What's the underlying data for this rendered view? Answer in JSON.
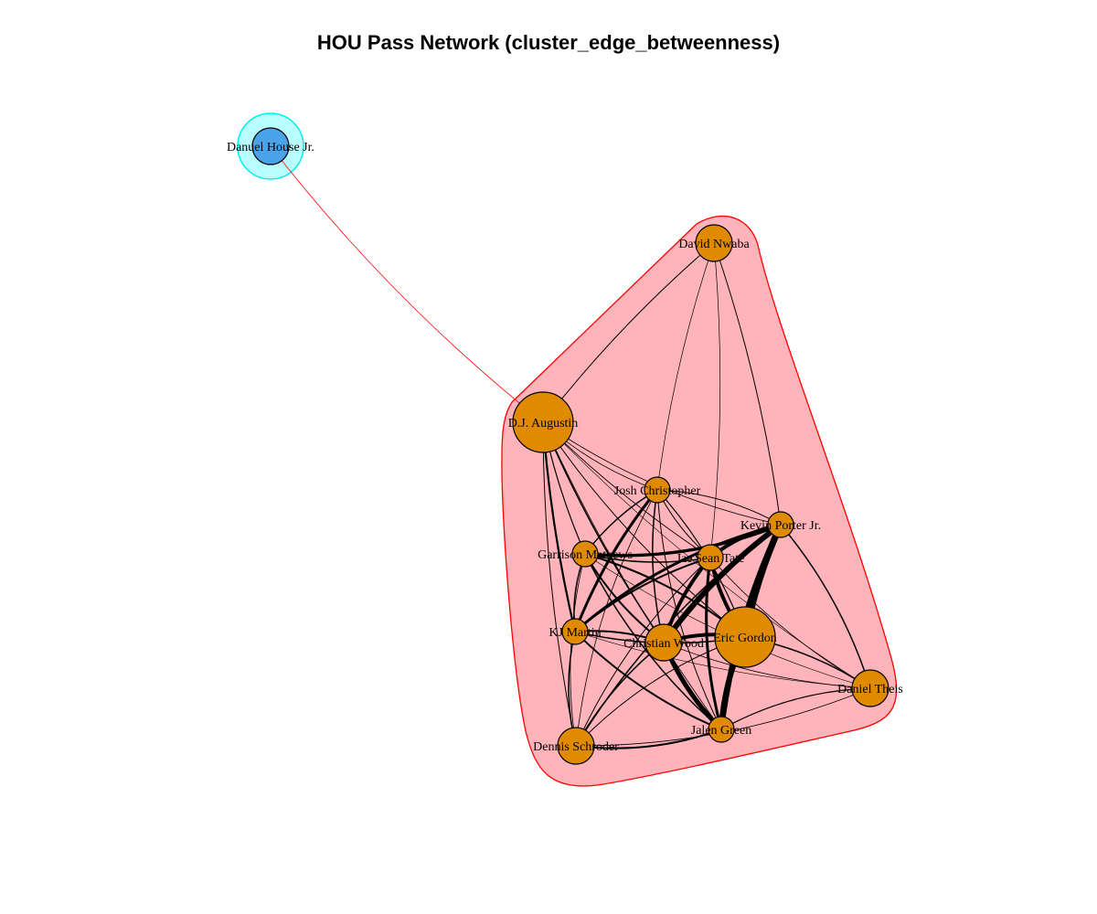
{
  "title": "HOU Pass Network (cluster_edge_betweenness)",
  "colors": {
    "cluster_1_fill": "#ffb3ba",
    "cluster_1_stroke": "#ff0000",
    "cluster_2_fill": "#b9ffff",
    "cluster_2_stroke": "#00eeee",
    "node_cluster_1": "#e08a00",
    "node_cluster_2": "#4aa3e8",
    "edge_within": "#000000",
    "edge_between": "#ff0000"
  },
  "nodes": [
    {
      "id": "danuel",
      "label": "Danuel House Jr.",
      "cluster": 2,
      "size": "small"
    },
    {
      "id": "nwaba",
      "label": "David Nwaba",
      "cluster": 1,
      "size": "small"
    },
    {
      "id": "augustin",
      "label": "D.J. Augustin",
      "cluster": 1,
      "size": "large"
    },
    {
      "id": "christopher",
      "label": "Josh Christopher",
      "cluster": 1,
      "size": "tiny"
    },
    {
      "id": "porter",
      "label": "Kevin Porter Jr.",
      "cluster": 1,
      "size": "tiny"
    },
    {
      "id": "mathews",
      "label": "Garrison Mathews",
      "cluster": 1,
      "size": "tiny"
    },
    {
      "id": "tate",
      "label": "Jae'Sean Tate",
      "cluster": 1,
      "size": "tiny"
    },
    {
      "id": "martin",
      "label": "KJ Martin",
      "cluster": 1,
      "size": "tiny"
    },
    {
      "id": "wood",
      "label": "Christian Wood",
      "cluster": 1,
      "size": "small"
    },
    {
      "id": "gordon",
      "label": "Eric Gordon",
      "cluster": 1,
      "size": "large"
    },
    {
      "id": "theis",
      "label": "Daniel Theis",
      "cluster": 1,
      "size": "small"
    },
    {
      "id": "green",
      "label": "Jalen Green",
      "cluster": 1,
      "size": "tiny"
    },
    {
      "id": "schroder",
      "label": "Dennis Schroder",
      "cluster": 1,
      "size": "small"
    }
  ]
}
